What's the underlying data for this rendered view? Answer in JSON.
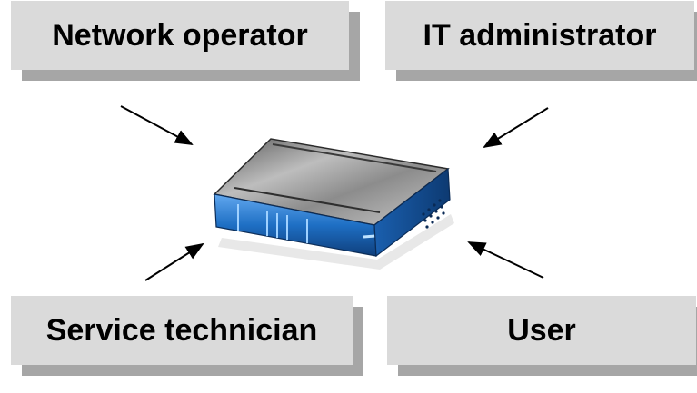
{
  "roles": {
    "network_operator": "Network operator",
    "it_administrator": "IT administrator",
    "service_technician": "Service technician",
    "user": "User"
  },
  "device": {
    "icon": "router-icon",
    "body_color": "#1e6fc4",
    "top_color": "#9a9a9a"
  },
  "connectors": {
    "icon": "arrow-icon",
    "color": "#000000"
  }
}
